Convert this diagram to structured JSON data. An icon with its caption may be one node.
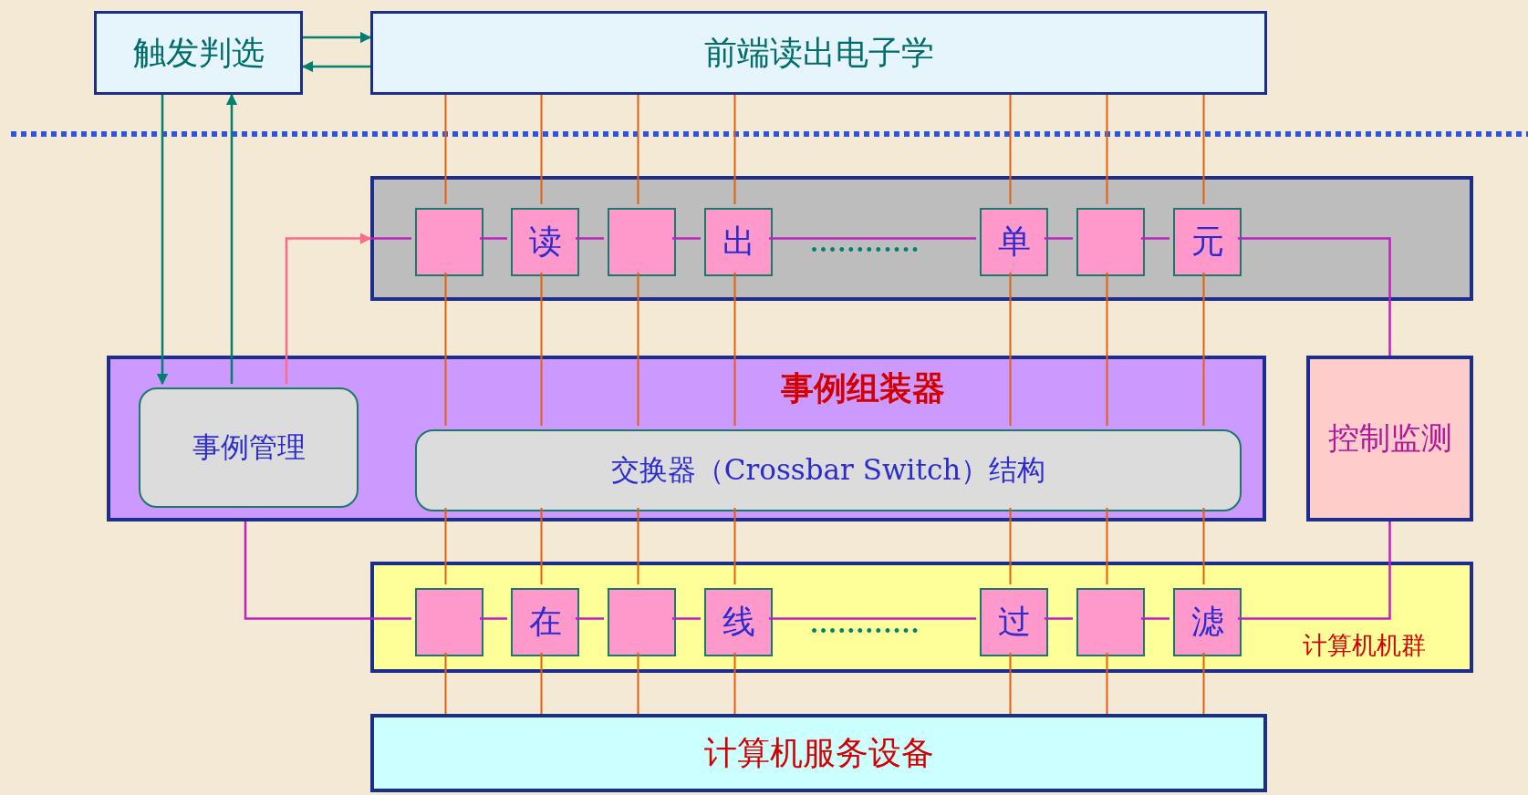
{
  "diagram": {
    "nodes": [
      {
        "text": [
          "触发判选"
        ]
      },
      {
        "text": [
          "前端读出电子学"
        ]
      },
      {
        "text": [],
        "shape": "box"
      },
      {
        "text": [],
        "shape": "box",
        "in": 2
      },
      {
        "text": [
          "读"
        ],
        "in": 2
      },
      {
        "text": [],
        "shape": "box",
        "in": 2
      },
      {
        "text": [
          "出"
        ],
        "in": 2
      },
      {
        "text": [
          "单"
        ],
        "in": 2
      },
      {
        "text": [],
        "shape": "box",
        "in": 2
      },
      {
        "text": [
          "元"
        ],
        "in": 2
      },
      {
        "text": [
          "事例组装器"
        ]
      },
      {
        "text": [
          "事例管理"
        ],
        "in": 10
      },
      {
        "text": [
          "交换器（Crossbar Switch）结构"
        ],
        "in": 10
      },
      {
        "text": [
          "控制监测"
        ]
      },
      {
        "text": [
          "计算机机群"
        ]
      },
      {
        "text": [],
        "shape": "box",
        "in": 14
      },
      {
        "text": [
          "在"
        ],
        "in": 14
      },
      {
        "text": [],
        "shape": "box",
        "in": 14
      },
      {
        "text": [
          "线"
        ],
        "in": 14
      },
      {
        "text": [
          "过"
        ],
        "in": 14
      },
      {
        "text": [],
        "shape": "box",
        "in": 14
      },
      {
        "text": [
          "滤"
        ],
        "in": 14
      },
      {
        "text": [
          "计算机服务设备"
        ]
      }
    ],
    "edges": [
      {
        "from": 0,
        "to": 1,
        "arrow": "to",
        "color": "#00806e"
      },
      {
        "from": 1,
        "to": 0,
        "arrow": "to",
        "color": "#00806e"
      },
      {
        "from": 0,
        "to": 11,
        "arrow": "to",
        "color": "#00806e"
      },
      {
        "from": 11,
        "to": 0,
        "arrow": "to",
        "color": "#00806e"
      },
      {
        "from": 11,
        "to": 2,
        "arrow": "to",
        "color": "#ff6a8a"
      },
      {
        "from": 2,
        "to": 3,
        "arrow": "none",
        "color": "#c020c0"
      },
      {
        "from": 3,
        "to": 4,
        "arrow": "none",
        "color": "#c020c0"
      },
      {
        "from": 4,
        "to": 5,
        "arrow": "none",
        "color": "#c020c0"
      },
      {
        "from": 5,
        "to": 6,
        "arrow": "none",
        "color": "#c020c0"
      },
      {
        "from": 6,
        "to": 7,
        "arrow": "none",
        "color": "#c020c0"
      },
      {
        "from": 7,
        "to": 8,
        "arrow": "none",
        "color": "#c020c0"
      },
      {
        "from": 8,
        "to": 9,
        "arrow": "none",
        "color": "#c020c0"
      },
      {
        "from": 9,
        "to": 13,
        "arrow": "none",
        "color": "#c020c0"
      },
      {
        "from": 13,
        "to": 21,
        "arrow": "none",
        "color": "#c020c0"
      },
      {
        "from": 21,
        "to": 20,
        "arrow": "none",
        "color": "#c020c0"
      },
      {
        "from": 20,
        "to": 19,
        "arrow": "none",
        "color": "#c020c0"
      },
      {
        "from": 19,
        "to": 18,
        "arrow": "none",
        "color": "#c020c0"
      },
      {
        "from": 18,
        "to": 17,
        "arrow": "none",
        "color": "#c020c0"
      },
      {
        "from": 17,
        "to": 16,
        "arrow": "none",
        "color": "#c020c0"
      },
      {
        "from": 16,
        "to": 15,
        "arrow": "none",
        "color": "#c020c0"
      },
      {
        "from": 10,
        "to": 15,
        "arrow": "none",
        "color": "#c020c0"
      },
      {
        "from": 1,
        "to": 3,
        "arrow": "none"
      },
      {
        "from": 1,
        "to": 4,
        "arrow": "none"
      },
      {
        "from": 1,
        "to": 5,
        "arrow": "none"
      },
      {
        "from": 1,
        "to": 6,
        "arrow": "none"
      },
      {
        "from": 1,
        "to": 7,
        "arrow": "none"
      },
      {
        "from": 1,
        "to": 8,
        "arrow": "none"
      },
      {
        "from": 1,
        "to": 9,
        "arrow": "none"
      },
      {
        "from": 3,
        "to": 12,
        "arrow": "none"
      },
      {
        "from": 4,
        "to": 12,
        "arrow": "none"
      },
      {
        "from": 5,
        "to": 12,
        "arrow": "none"
      },
      {
        "from": 6,
        "to": 12,
        "arrow": "none"
      },
      {
        "from": 7,
        "to": 12,
        "arrow": "none"
      },
      {
        "from": 8,
        "to": 12,
        "arrow": "none"
      },
      {
        "from": 9,
        "to": 12,
        "arrow": "none"
      },
      {
        "from": 12,
        "to": 15,
        "arrow": "none"
      },
      {
        "from": 12,
        "to": 16,
        "arrow": "none"
      },
      {
        "from": 12,
        "to": 17,
        "arrow": "none"
      },
      {
        "from": 12,
        "to": 18,
        "arrow": "none"
      },
      {
        "from": 12,
        "to": 19,
        "arrow": "none"
      },
      {
        "from": 12,
        "to": 20,
        "arrow": "none"
      },
      {
        "from": 12,
        "to": 21,
        "arrow": "none"
      },
      {
        "from": 15,
        "to": 22,
        "arrow": "none"
      },
      {
        "from": 16,
        "to": 22,
        "arrow": "none"
      },
      {
        "from": 17,
        "to": 22,
        "arrow": "none"
      },
      {
        "from": 18,
        "to": 22,
        "arrow": "none"
      },
      {
        "from": 19,
        "to": 22,
        "arrow": "none"
      },
      {
        "from": 20,
        "to": 22,
        "arrow": "none"
      },
      {
        "from": 21,
        "to": 22,
        "arrow": "none"
      }
    ],
    "labels": [
      "............",
      "............"
    ]
  }
}
